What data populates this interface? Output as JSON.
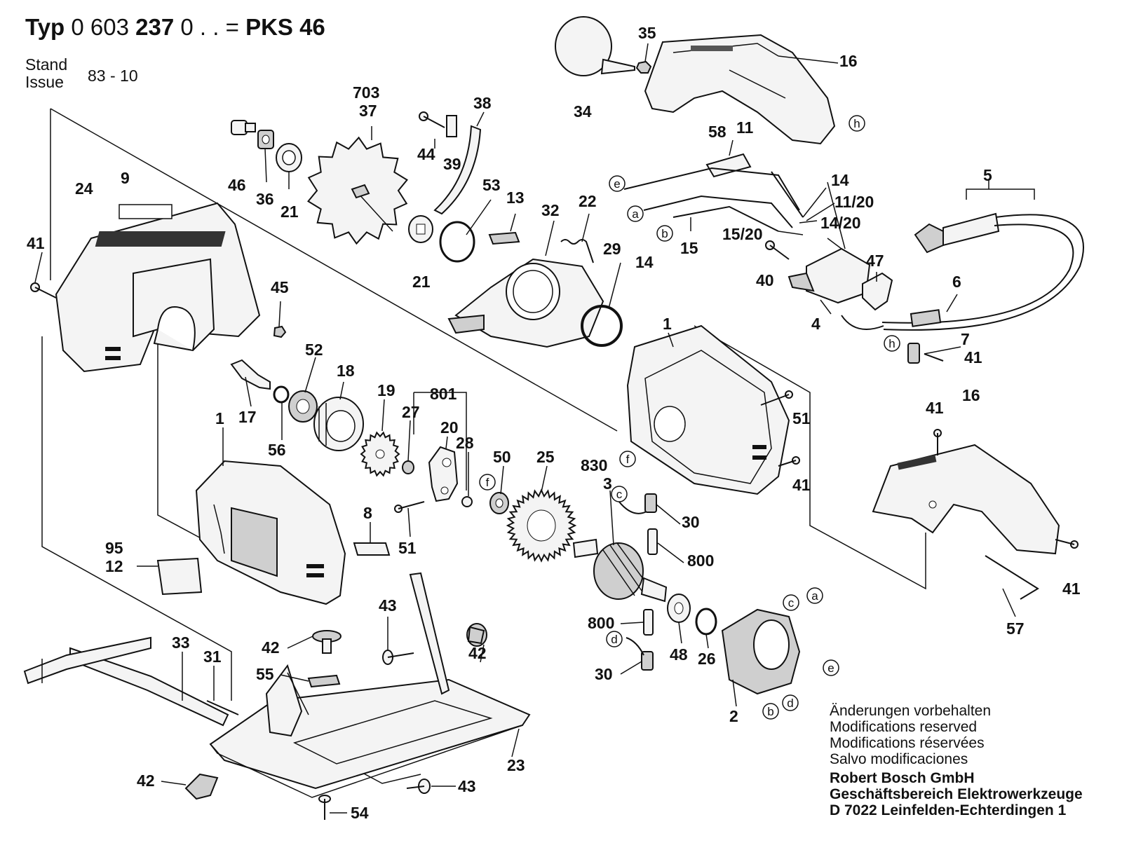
{
  "header": {
    "typ_label": "Typ",
    "typ_number_a": "0 603",
    "typ_number_b": "237",
    "typ_number_c": "0 . .",
    "equals": "=",
    "model": "PKS 46",
    "stand_label": "Stand",
    "issue_label": "Issue",
    "stand_value": "83 - 10"
  },
  "notes": {
    "lines": [
      "Änderungen vorbehalten",
      "Modifications reserved",
      "Modifications réservées",
      "Salvo modificaciones"
    ],
    "company": [
      "Robert Bosch GmbH",
      "Geschäftsbereich Elektrowerkzeuge",
      "D 7022 Leinfelden-Echterdingen 1"
    ]
  },
  "parts": [
    {
      "id": "p703",
      "num": "703"
    },
    {
      "id": "p37",
      "num": "37"
    },
    {
      "id": "p38",
      "num": "38"
    },
    {
      "id": "p35",
      "num": "35"
    },
    {
      "id": "p16a",
      "num": "16"
    },
    {
      "id": "p34",
      "num": "34"
    },
    {
      "id": "p58",
      "num": "58"
    },
    {
      "id": "p11",
      "num": "11"
    },
    {
      "id": "p46",
      "num": "46"
    },
    {
      "id": "p36",
      "num": "36"
    },
    {
      "id": "p21a",
      "num": "21"
    },
    {
      "id": "p44",
      "num": "44"
    },
    {
      "id": "p39",
      "num": "39"
    },
    {
      "id": "p53",
      "num": "53"
    },
    {
      "id": "p13",
      "num": "13"
    },
    {
      "id": "p32",
      "num": "32"
    },
    {
      "id": "p22",
      "num": "22"
    },
    {
      "id": "p29",
      "num": "29"
    },
    {
      "id": "p21b",
      "num": "21"
    },
    {
      "id": "p24",
      "num": "24"
    },
    {
      "id": "p9",
      "num": "9"
    },
    {
      "id": "p41a",
      "num": "41"
    },
    {
      "id": "p45",
      "num": "45"
    },
    {
      "id": "p14a",
      "num": "14"
    },
    {
      "id": "p11_20",
      "num": "11/20"
    },
    {
      "id": "p14_20",
      "num": "14/20"
    },
    {
      "id": "p15_20",
      "num": "15/20"
    },
    {
      "id": "p14b",
      "num": "14"
    },
    {
      "id": "p15",
      "num": "15"
    },
    {
      "id": "p5",
      "num": "5"
    },
    {
      "id": "p40",
      "num": "40"
    },
    {
      "id": "p47",
      "num": "47"
    },
    {
      "id": "p6",
      "num": "6"
    },
    {
      "id": "p4",
      "num": "4"
    },
    {
      "id": "p7",
      "num": "7"
    },
    {
      "id": "p41b",
      "num": "41"
    },
    {
      "id": "p52",
      "num": "52"
    },
    {
      "id": "p18",
      "num": "18"
    },
    {
      "id": "p19",
      "num": "19"
    },
    {
      "id": "p801",
      "num": "801"
    },
    {
      "id": "p27",
      "num": "27"
    },
    {
      "id": "p20",
      "num": "20"
    },
    {
      "id": "p28",
      "num": "28"
    },
    {
      "id": "p17",
      "num": "17"
    },
    {
      "id": "p56",
      "num": "56"
    },
    {
      "id": "p1a",
      "num": "1"
    },
    {
      "id": "p1b",
      "num": "1"
    },
    {
      "id": "p51a",
      "num": "51"
    },
    {
      "id": "p41c",
      "num": "41"
    },
    {
      "id": "p41d",
      "num": "41"
    },
    {
      "id": "p16b",
      "num": "16"
    },
    {
      "id": "p50",
      "num": "50"
    },
    {
      "id": "p25",
      "num": "25"
    },
    {
      "id": "p830",
      "num": "830"
    },
    {
      "id": "p3",
      "num": "3"
    },
    {
      "id": "p30a",
      "num": "30"
    },
    {
      "id": "p800a",
      "num": "800"
    },
    {
      "id": "p51b",
      "num": "51"
    },
    {
      "id": "p8",
      "num": "8"
    },
    {
      "id": "p95",
      "num": "95"
    },
    {
      "id": "p12",
      "num": "12"
    },
    {
      "id": "p41e",
      "num": "41"
    },
    {
      "id": "p57",
      "num": "57"
    },
    {
      "id": "p43a",
      "num": "43"
    },
    {
      "id": "p42a",
      "num": "42"
    },
    {
      "id": "p33",
      "num": "33"
    },
    {
      "id": "p31",
      "num": "31"
    },
    {
      "id": "p55",
      "num": "55"
    },
    {
      "id": "p42b",
      "num": "42"
    },
    {
      "id": "p800b",
      "num": "800"
    },
    {
      "id": "p48",
      "num": "48"
    },
    {
      "id": "p26",
      "num": "26"
    },
    {
      "id": "p30b",
      "num": "30"
    },
    {
      "id": "p2",
      "num": "2"
    },
    {
      "id": "p42c",
      "num": "42"
    },
    {
      "id": "p43b",
      "num": "43"
    },
    {
      "id": "p23",
      "num": "23"
    },
    {
      "id": "p54",
      "num": "54"
    }
  ],
  "connectors": [
    {
      "id": "c_h1",
      "letter": "h"
    },
    {
      "id": "c_e1",
      "letter": "e"
    },
    {
      "id": "c_a1",
      "letter": "a"
    },
    {
      "id": "c_b1",
      "letter": "b"
    },
    {
      "id": "c_h2",
      "letter": "h"
    },
    {
      "id": "c_f1",
      "letter": "f"
    },
    {
      "id": "c_f2",
      "letter": "f"
    },
    {
      "id": "c_c1",
      "letter": "c"
    },
    {
      "id": "c_d1",
      "letter": "d"
    },
    {
      "id": "c_c2",
      "letter": "c"
    },
    {
      "id": "c_a2",
      "letter": "a"
    },
    {
      "id": "c_e2",
      "letter": "e"
    },
    {
      "id": "c_b2",
      "letter": "b"
    },
    {
      "id": "c_d2",
      "letter": "d"
    }
  ]
}
